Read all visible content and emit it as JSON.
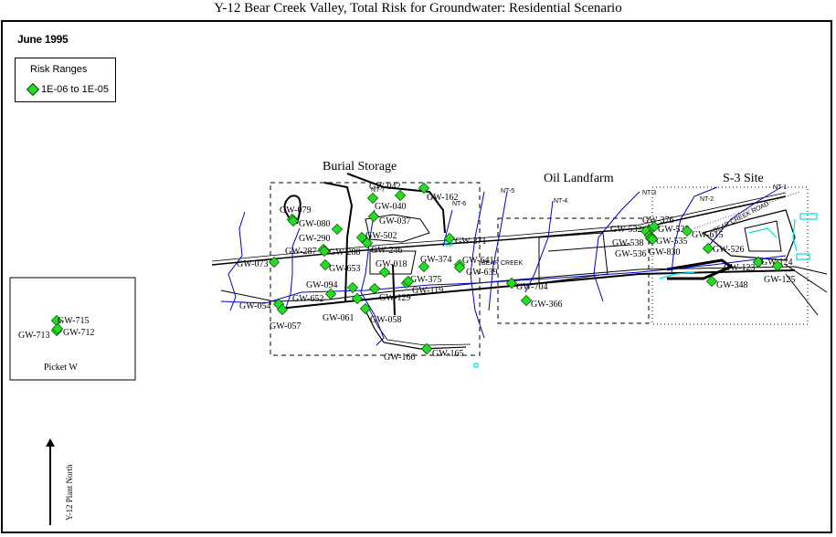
{
  "title": "Y-12 Bear Creek Valley, Total Risk for Groundwater: Residential Scenario",
  "date": "June 1995",
  "legend": {
    "title": "Risk Ranges",
    "items": [
      {
        "label": "1E-06 to 1E-05",
        "color": "#22dd22",
        "icon": "green-diamond-icon"
      }
    ]
  },
  "areas": {
    "burial_storage": "Burial Storage",
    "oil_landfarm": "Oil Landfarm",
    "s3_site": "S-3 Site",
    "picket_w": "Picket W"
  },
  "features": {
    "nt7": "NT-7",
    "nt6": "NT-6",
    "nt5": "NT-5",
    "nt4": "NT-4",
    "nt3": "NT-3",
    "nt2": "NT-2",
    "nt1": "NT-1",
    "road": "BEAR CREEK ROAD",
    "creek": "BEAR CREEK"
  },
  "north_arrow": "Y-12 Plant North",
  "wells": [
    "GW-042",
    "GW-162",
    "GW-079",
    "GW-080",
    "GW-040",
    "GW-037",
    "GW-290",
    "GW-502",
    "GW-371",
    "GW-287",
    "GW-288",
    "GW-246",
    "GW-073",
    "GW-653",
    "GW-018",
    "GW-374",
    "GW-641",
    "GW-639",
    "GW-375",
    "GW-119",
    "GW-094",
    "GW-652",
    "GW-129",
    "GW-054",
    "GW-057",
    "GW-061",
    "GW-058",
    "GW-166",
    "GW-165",
    "GW-704",
    "GW-366",
    "GW-376",
    "GW-532",
    "GW-533",
    "GW-538",
    "GW-535",
    "GW-536",
    "GW-830",
    "GW-615",
    "GW-526",
    "GW-123",
    "GW-124",
    "GW-125",
    "GW-348",
    "GW-715",
    "GW-713",
    "GW-712"
  ],
  "colors": {
    "well": "#22dd22",
    "stream": "#0000cc",
    "wetland": "#00dddd",
    "road": "#000000"
  }
}
